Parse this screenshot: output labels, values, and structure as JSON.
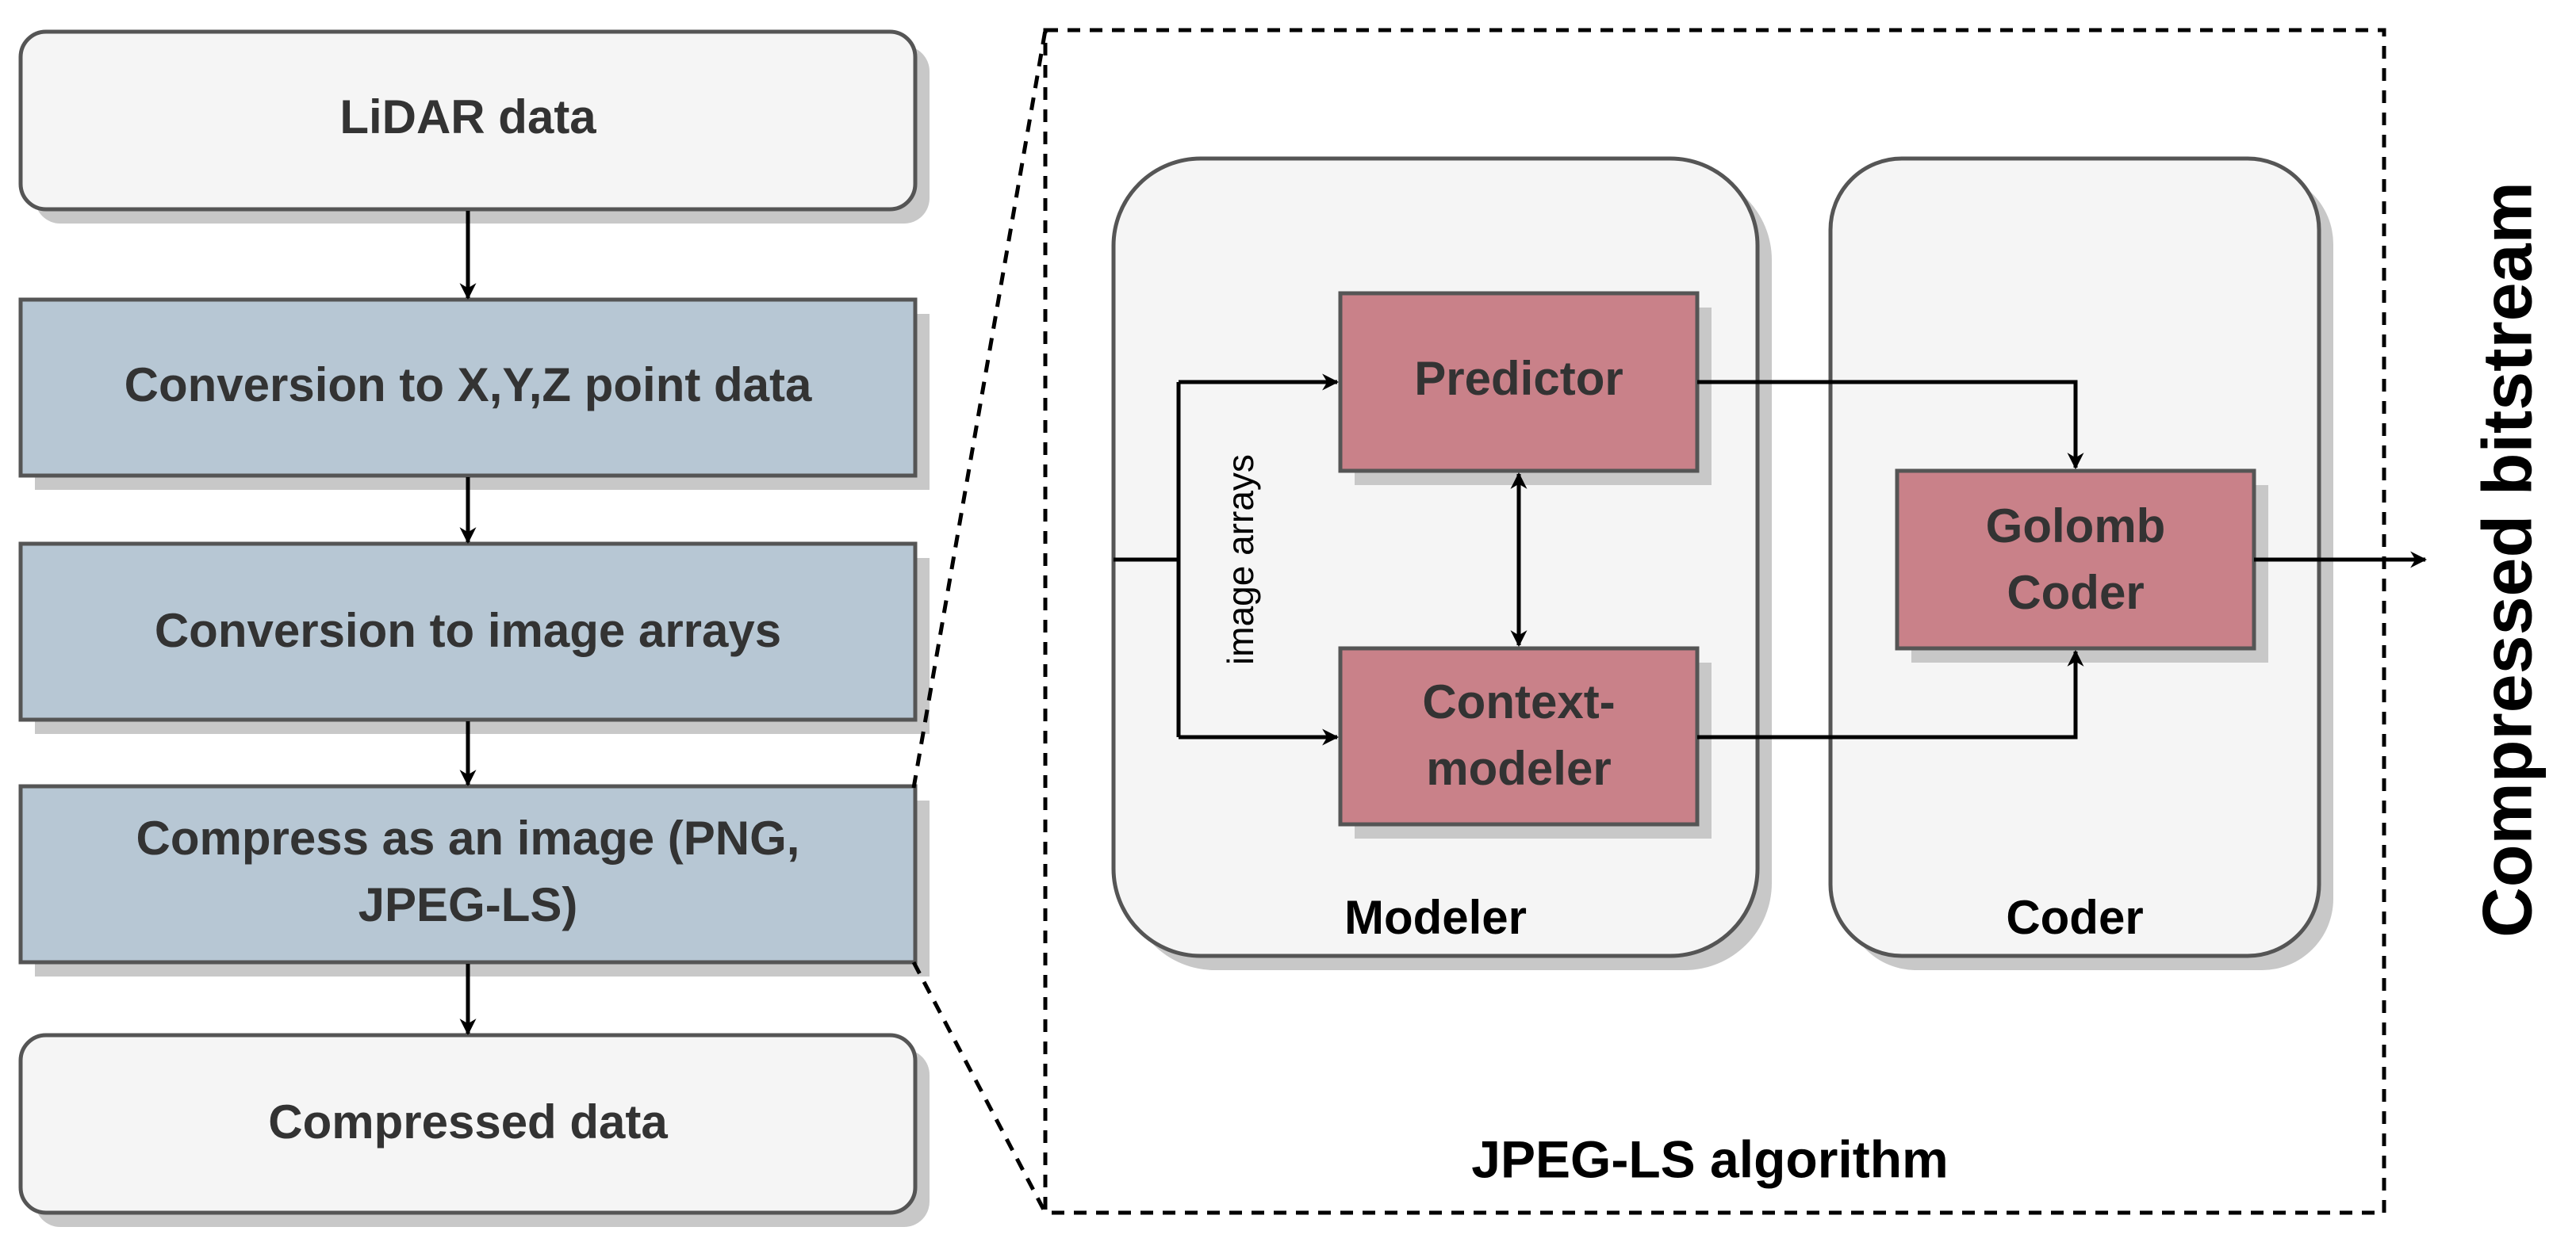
{
  "pipeline": {
    "lidar": "LiDAR data",
    "xyz": "Conversion to X,Y,Z point data",
    "image_arrays": "Conversion to image arrays",
    "compress_line1": "Compress as an image (PNG,",
    "compress_line2": "JPEG-LS)",
    "compressed": "Compressed data"
  },
  "jpegls": {
    "title": "JPEG-LS algorithm",
    "modeler_label": "Modeler",
    "coder_label": "Coder",
    "predictor": "Predictor",
    "context_line1": "Context-",
    "context_line2": "modeler",
    "golomb_line1": "Golomb",
    "golomb_line2": "Coder",
    "input_label": "image arrays"
  },
  "output_label": "Compressed bitstream",
  "colors": {
    "light_box": "#f5f5f5",
    "blue_box": "#b7c7d4",
    "red_box": "#c98189",
    "outline": "#555555",
    "shadow": "#c8c8c8"
  }
}
